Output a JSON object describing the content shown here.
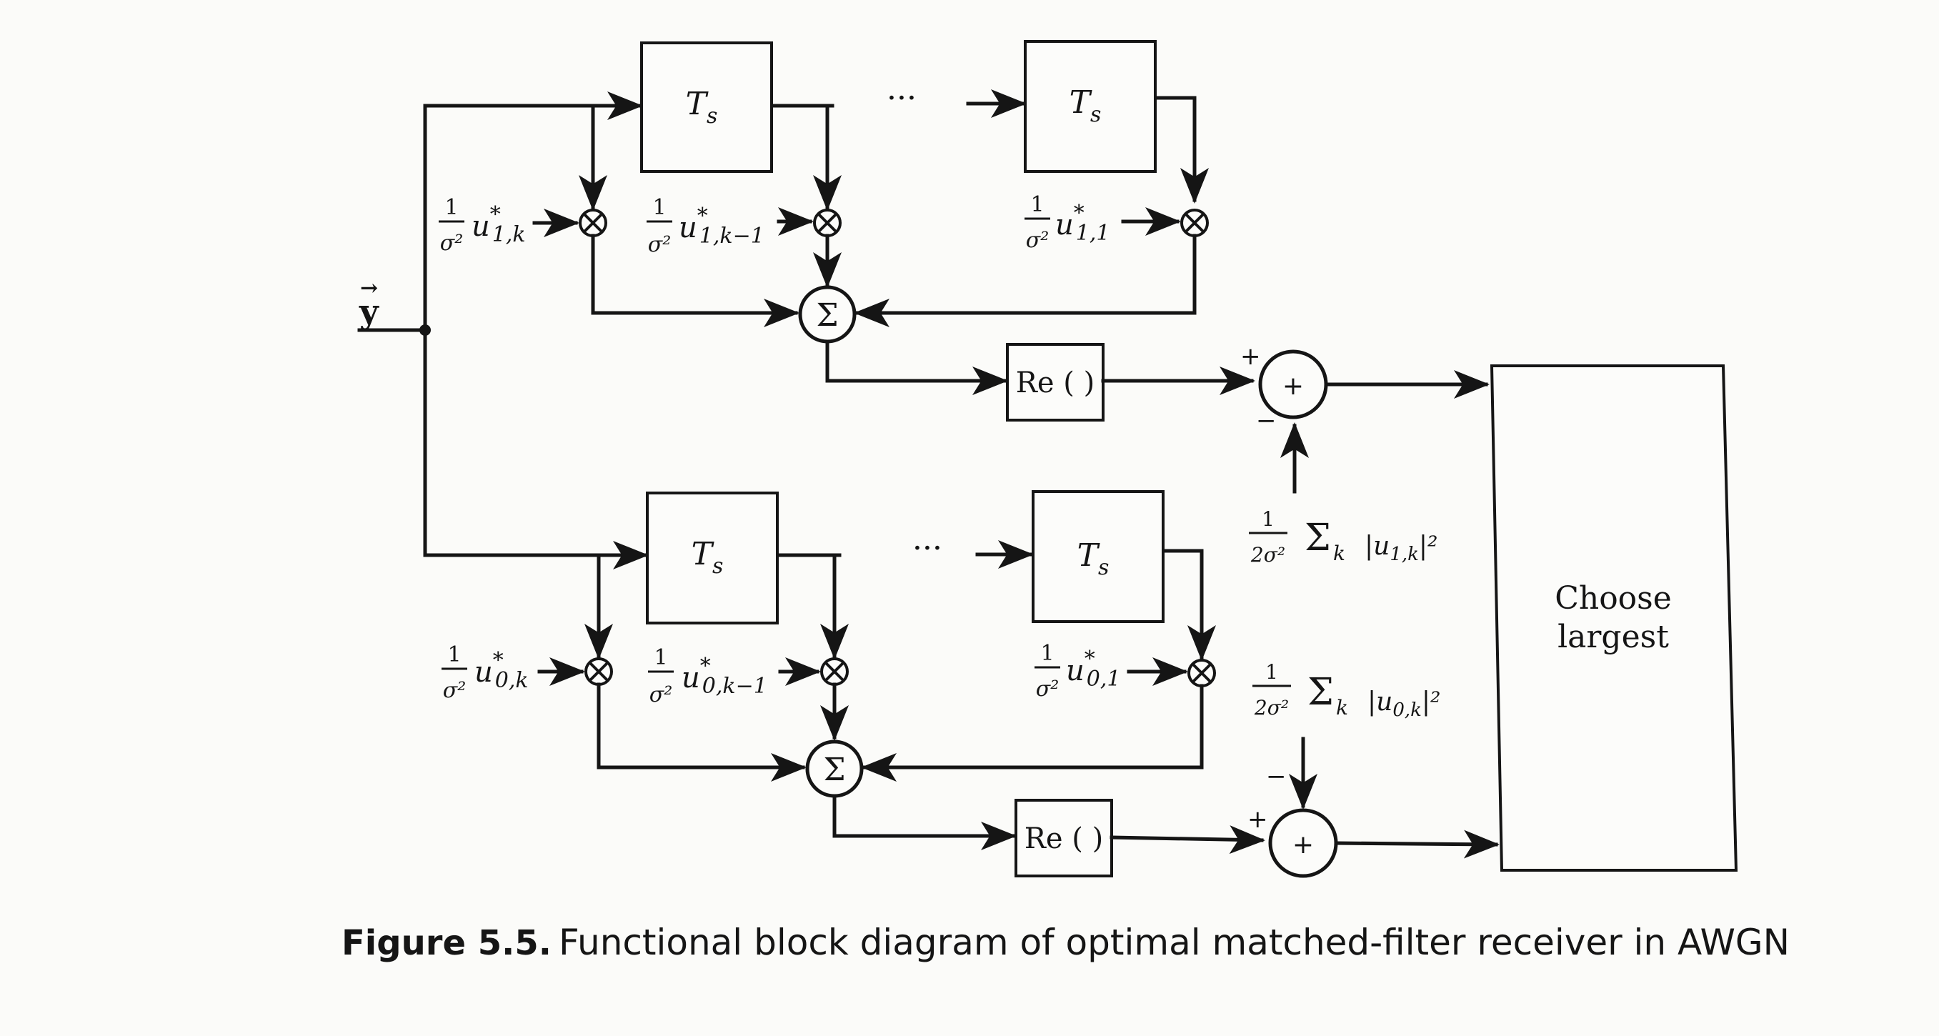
{
  "input": {
    "label": "y⃗",
    "arrow": "→",
    "base": "y"
  },
  "delay": {
    "label": "T",
    "sub": "s"
  },
  "ellipsis": "···",
  "sum_symbol": "Σ",
  "realpart": "Re ( )",
  "adder": "+",
  "signs": {
    "plus": "+",
    "minus": "−"
  },
  "branch1": {
    "coeff_num": "1",
    "coeff_den": "σ²",
    "taps": [
      {
        "sym": "u",
        "star": "*",
        "sub": "1,k"
      },
      {
        "sym": "u",
        "star": "*",
        "sub": "1,k−1"
      },
      {
        "sym": "u",
        "star": "*",
        "sub": "1,1"
      }
    ],
    "energy": {
      "num": "1",
      "den": "2σ²",
      "sum": "Σ",
      "sumsub": "k",
      "open": "|",
      "sym": "u",
      "sub": "1,k",
      "close": "|²"
    }
  },
  "branch0": {
    "coeff_num": "1",
    "coeff_den": "σ²",
    "taps": [
      {
        "sym": "u",
        "star": "*",
        "sub": "0,k"
      },
      {
        "sym": "u",
        "star": "*",
        "sub": "0,k−1"
      },
      {
        "sym": "u",
        "star": "*",
        "sub": "0,1"
      }
    ],
    "energy": {
      "num": "1",
      "den": "2σ²",
      "sum": "Σ",
      "sumsub": "k",
      "open": "|",
      "sym": "u",
      "sub": "0,k",
      "close": "|²"
    }
  },
  "decision": {
    "line1": "Choose",
    "line2": "largest"
  },
  "caption": {
    "number": "Figure 5.5.",
    "text": "Functional block diagram of optimal matched-filter receiver in AWGN"
  }
}
